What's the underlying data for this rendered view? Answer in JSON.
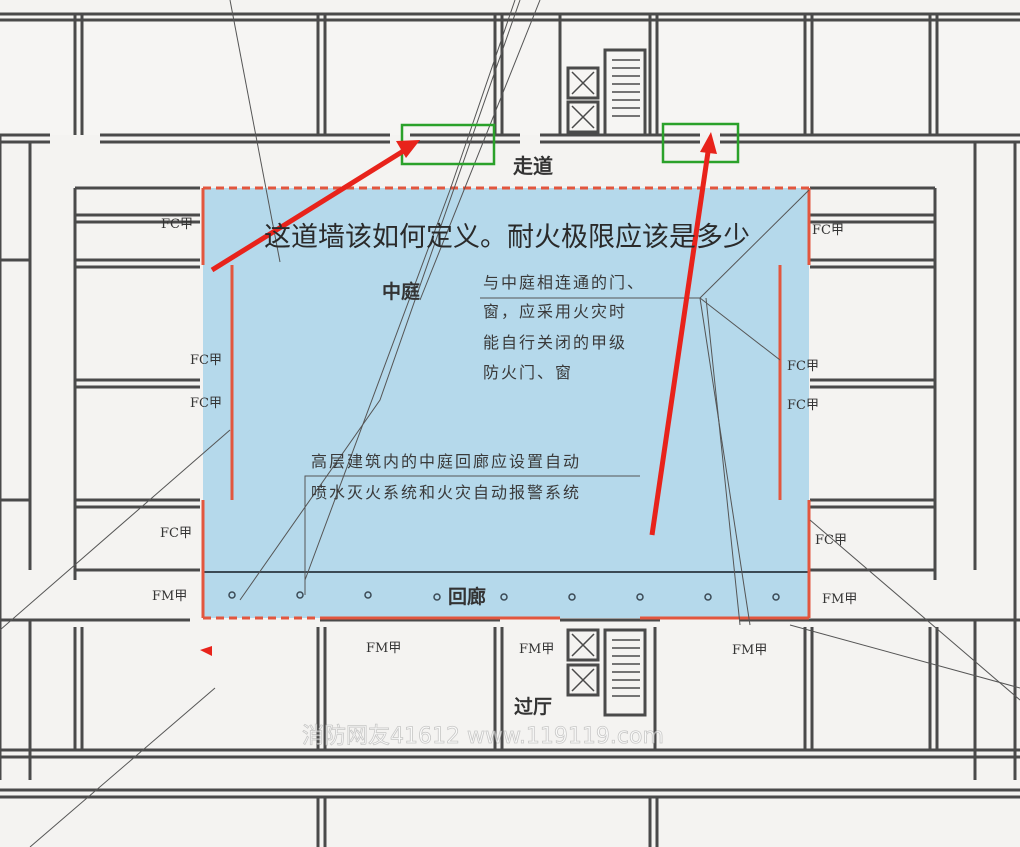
{
  "labels": {
    "corridor": "走道",
    "atrium": "中庭",
    "gallery": "回廊",
    "lobby": "过厅",
    "fc": "FC甲",
    "fm": "FM甲"
  },
  "notes": {
    "door_window": [
      "与中庭相连通的门、",
      "窗，应采用火灾时",
      "能自行关闭的甲级",
      "防火门、窗"
    ],
    "sprinkler": [
      "高层建筑内的中庭回廊应设置自动",
      "喷水灭火系统和火灾自动报警系统"
    ]
  },
  "question": "这道墙该如何定义。耐火极限应该是多少",
  "watermark": "消防网友41612 www.119119.com",
  "colors": {
    "atrium_fill": "#a9d4ea",
    "fire_line": "#e2563e",
    "arrow": "#e8231b",
    "highlight_box": "#2aa12a",
    "wall": "#4a4a4a"
  }
}
